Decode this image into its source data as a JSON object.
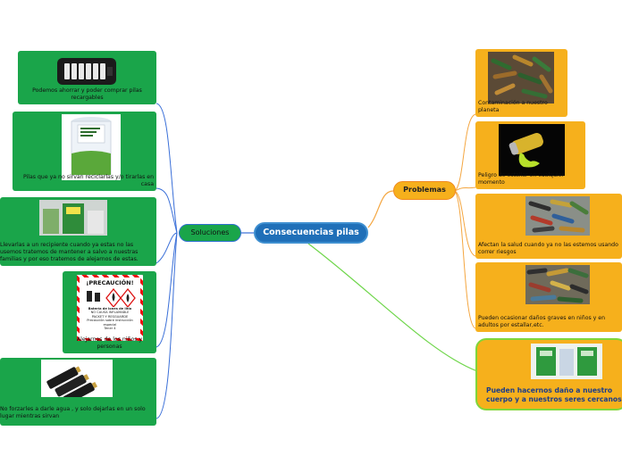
{
  "central_topic": "Consecuencias pilas",
  "solutions_branch": {
    "label": "Soluciones",
    "items": [
      {
        "text": "Podemos ahorrar y poder comprar pilas recargables"
      },
      {
        "text": "Pilas que ya no sirvan reciclarlas y/o tirarlas en casa"
      },
      {
        "text": "Llevarlas a un recipiente cuando ya estas no las usemos tratemos de mantener a salvo a nuestras familias y por eso tratemos de alejarnos de estas."
      },
      {
        "text": "Alejarnos de los niños y personas",
        "sign": {
          "title": "¡PRECAUCIÓN!",
          "lines": [
            "Batería de iones de litio",
            "NO CAUSA INFLAMABLE",
            "PACKET Y RESGUARDE",
            "Precaución sobre instrucción especial",
            "Tener 4"
          ]
        }
      },
      {
        "text": "No forzarles a darle agua , y solo dejarlas en un solo lugar mientras sirvan"
      }
    ]
  },
  "problems_branch": {
    "label": "Problemas",
    "items": [
      {
        "text": "Contaminación a nuestro planeta"
      },
      {
        "text": "Peligro de estallar en cualquier momento"
      },
      {
        "text": "Afectan la salud cuando ya no las estemos usando correr riesgos"
      },
      {
        "text": "Pueden ocasionar daños graves en niños y en adultos por estallar,etc."
      }
    ]
  },
  "floating_topic": {
    "text": "Pueden hacernos daño a nuestro cuerpo y a nuestros seres cercanos"
  },
  "colors": {
    "solutions": "#1aa54a",
    "problems": "#f6b01c",
    "center": "#1f6fb8",
    "link_blue": "#3a6fd8",
    "link_orange": "#f4a640",
    "link_green": "#6fd64b"
  }
}
